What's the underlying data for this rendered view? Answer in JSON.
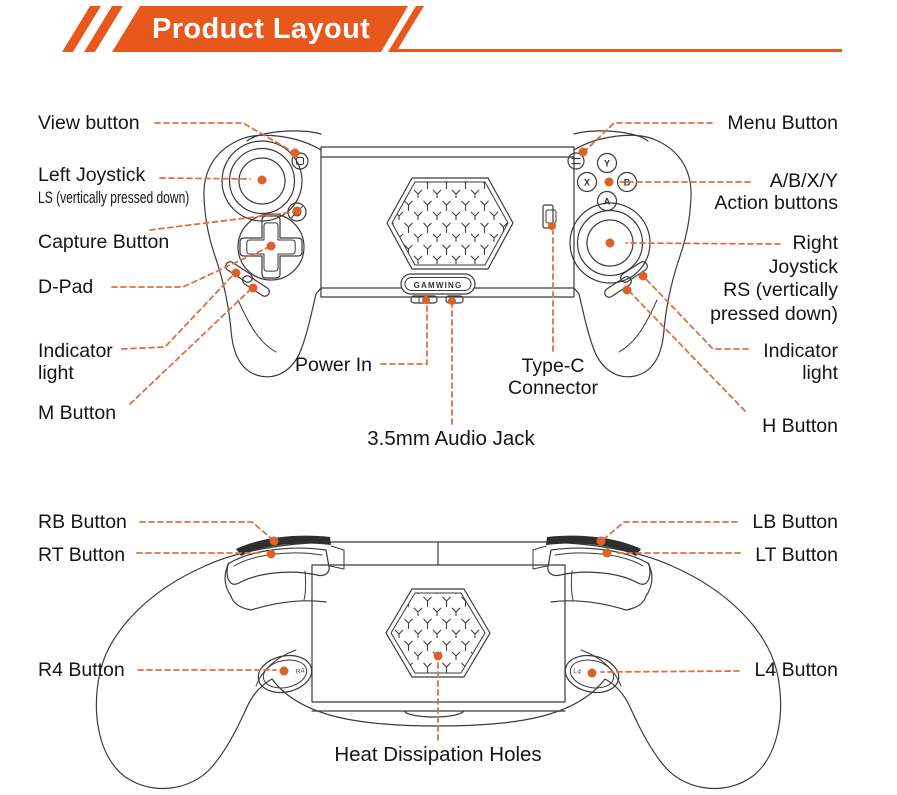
{
  "header": {
    "title": "Product Layout",
    "accent": "#E8571C"
  },
  "colors": {
    "accent": "#E8571C",
    "leader_line": "#DF7040",
    "leader_dot": "#DD6227",
    "ink": "#3a3a3a"
  },
  "front_view": {
    "brand": "GAMWING",
    "action_letters": {
      "top": "Y",
      "left": "X",
      "right": "B",
      "bottom": "A"
    },
    "labels": {
      "view_button": "View button",
      "left_joystick": [
        "Left Joystick",
        "LS (vertically pressed down)"
      ],
      "capture_button": "Capture Button",
      "dpad": "D-Pad",
      "indicator_left": [
        "Indicator",
        "light"
      ],
      "m_button": "M Button",
      "power_in": "Power In",
      "type_c": [
        "Type-C",
        "Connector"
      ],
      "audio_jack": "3.5mm Audio Jack",
      "menu_button": "Menu Button",
      "abxy": [
        "A/B/X/Y",
        "Action buttons"
      ],
      "right_joystick": [
        "Right",
        "Joystick",
        "RS (vertically",
        "pressed down)"
      ],
      "indicator_right": [
        "Indicator",
        "light"
      ],
      "h_button": "H Button"
    }
  },
  "back_view": {
    "r4_marking": "R4",
    "l4_marking": "L4",
    "labels": {
      "rb_button": "RB Button",
      "rt_button": "RT Button",
      "r4_button": "R4 Button",
      "lb_button": "LB Button",
      "lt_button": "LT Button",
      "l4_button": "L4 Button",
      "heat": "Heat Dissipation Holes"
    }
  }
}
